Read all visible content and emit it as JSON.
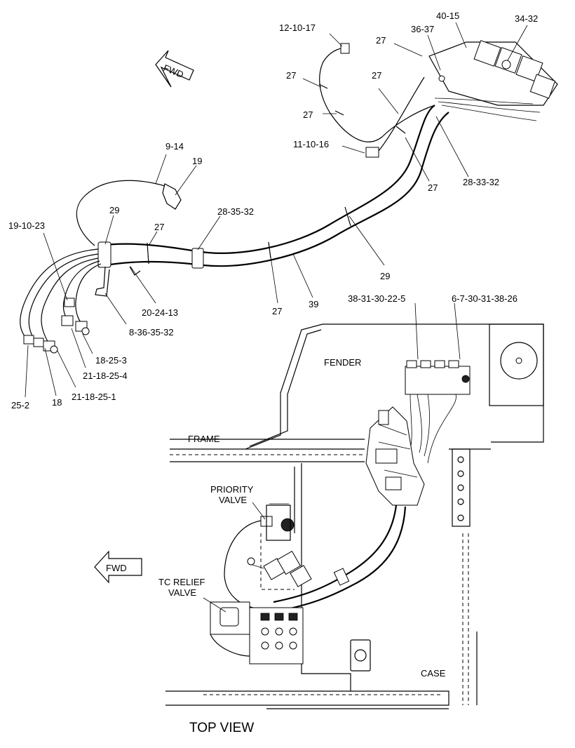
{
  "labels": {
    "fwd_top": "FWD",
    "fwd_bottom": "FWD",
    "l_12_10_17": "12-10-17",
    "l_40_15": "40-15",
    "l_34_32": "34-32",
    "l_27_a": "27",
    "l_36_37": "36-37",
    "l_27_b": "27",
    "l_27_c": "27",
    "l_27_d": "27",
    "l_11_10_16": "11-10-16",
    "l_27_e": "27",
    "l_28_33_32": "28-33-32",
    "l_9_14": "9-14",
    "l_19": "19",
    "l_29_a": "29",
    "l_19_10_23": "19-10-23",
    "l_27_f": "27",
    "l_28_35_32": "28-35-32",
    "l_29_b": "29",
    "l_20_24_13": "20-24-13",
    "l_27_g": "27",
    "l_39": "39",
    "l_8_36_35_32": "8-36-35-32",
    "l_18_25_3": "18-25-3",
    "l_21_18_25_4": "21-18-25-4",
    "l_25_2": "25-2",
    "l_18": "18",
    "l_21_18_25_1": "21-18-25-1",
    "l_38_31_30_22_5": "38-31-30-22-5",
    "l_6_7_30_31_38_26": "6-7-30-31-38-26",
    "fender": "FENDER",
    "frame": "FRAME",
    "priority_valve_1": "PRIORITY",
    "priority_valve_2": "VALVE",
    "tc_relief_1": "TC RELIEF",
    "tc_relief_2": "VALVE",
    "case": "CASE",
    "top_view": "TOP VIEW"
  }
}
